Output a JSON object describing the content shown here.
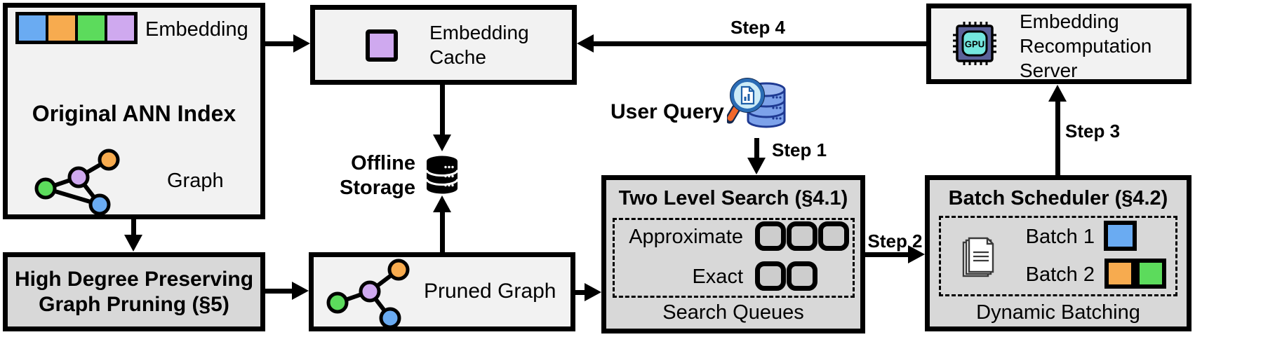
{
  "diagram": {
    "ann_index": {
      "embedding_label": "Embedding",
      "title": "Original ANN Index",
      "graph_label": "Graph"
    },
    "high_degree_pruning": {
      "line1": "High Degree Preserving",
      "line2": "Graph Pruning (§5)"
    },
    "embedding_cache": {
      "line1": "Embedding",
      "line2": "Cache"
    },
    "offline_storage": {
      "line1": "Offline",
      "line2": "Storage"
    },
    "pruned_graph": {
      "label": "Pruned Graph"
    },
    "user_query": {
      "label": "User Query"
    },
    "two_level_search": {
      "title": "Two Level Search (§4.1)",
      "approximate_label": "Approximate",
      "exact_label": "Exact",
      "footer": "Search Queues"
    },
    "batch_scheduler": {
      "title": "Batch Scheduler (§4.2)",
      "batch1_label": "Batch 1",
      "batch2_label": "Batch 2",
      "footer": "Dynamic Batching"
    },
    "recomputation_server": {
      "line1": "Embedding",
      "line2": "Recomputation",
      "line3": "Server"
    },
    "steps": {
      "step1": "Step 1",
      "step2": "Step 2",
      "step3": "Step 3",
      "step4": "Step 4"
    },
    "gpu_chip_label": "GPU",
    "colors": {
      "blue": "#6aabf2",
      "orange": "#f7ab4f",
      "green": "#5cdb5c",
      "purple": "#cfa9ef",
      "box_light": "#f2f2f2",
      "box_dark": "#d8d8d8",
      "magnifier_handle": "#f2672a",
      "magnifier_rim": "#2a6cb5",
      "magnifier_lens": "#cdecf7",
      "gpu_body": "#5b6199",
      "gpu_core": "#74e6de",
      "query_db_fill": "#7da2ea",
      "query_db_stroke": "#1f3a93",
      "storage_db": "#000000"
    }
  }
}
